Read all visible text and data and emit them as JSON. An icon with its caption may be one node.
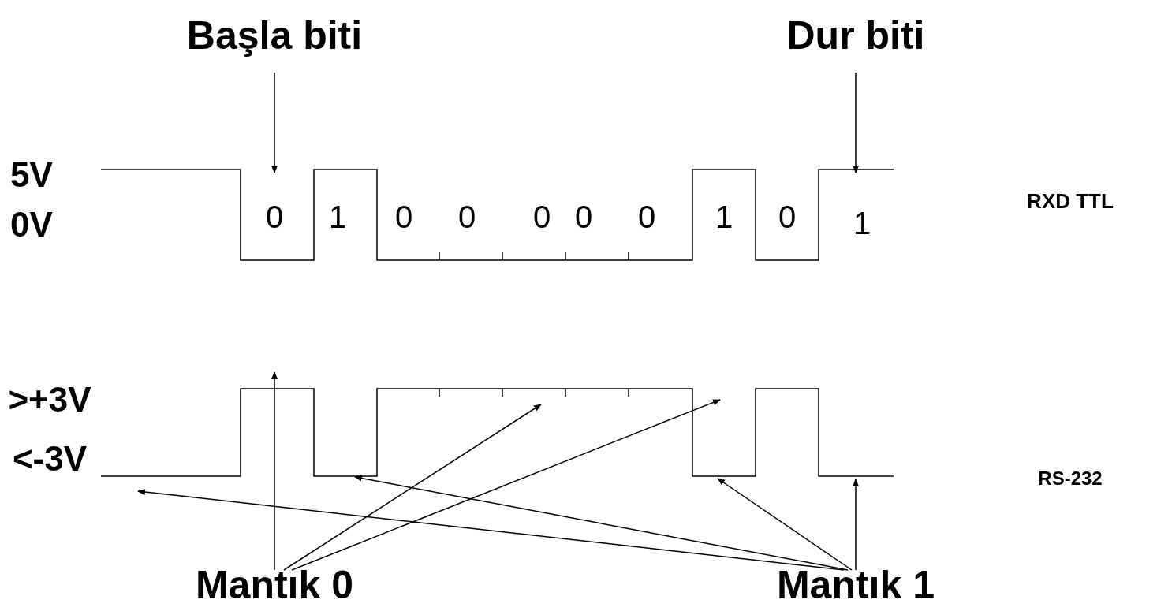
{
  "diagram": {
    "nodes": [
      {
        "text": [
          "Başla biti"
        ]
      },
      {
        "text": [
          "Dur biti"
        ]
      },
      {
        "text": [],
        "shape": "line"
      },
      {
        "text": [],
        "shape": "line"
      },
      {
        "text": [
          "Mantık 0"
        ]
      },
      {
        "text": [
          "Mantık 1"
        ]
      }
    ],
    "edges": [
      {
        "from": 0,
        "to": 2,
        "arrow": "to"
      },
      {
        "from": 1,
        "to": 2,
        "arrow": "to"
      },
      {
        "from": 4,
        "to": 3,
        "arrow": "to"
      },
      {
        "from": 4,
        "to": 3,
        "arrow": "to"
      },
      {
        "from": 4,
        "to": 3,
        "arrow": "to"
      },
      {
        "from": 5,
        "to": 3,
        "arrow": "to"
      },
      {
        "from": 5,
        "to": 3,
        "arrow": "to"
      },
      {
        "from": 5,
        "to": 3,
        "arrow": "to"
      },
      {
        "from": 5,
        "to": 3,
        "arrow": "to"
      }
    ],
    "labels": [
      "5V",
      "0V",
      "0",
      "1",
      "0",
      "0",
      "0",
      "0",
      "0",
      "1",
      "0",
      "1",
      "RXD TTL",
      ">+3V",
      "<-3V",
      "RS-232"
    ]
  }
}
